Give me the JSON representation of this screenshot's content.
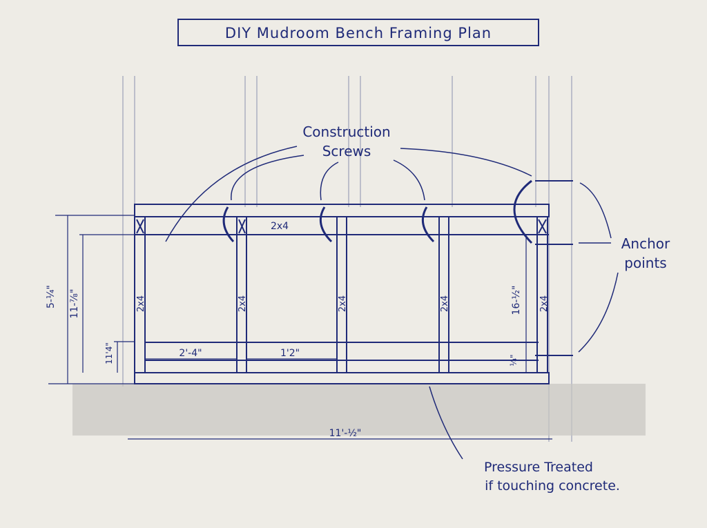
{
  "title": "DIY Mudroom Bench Framing Plan",
  "labels": {
    "screws_line1": "Construction",
    "screws_line2": "Screws",
    "anchor_line1": "Anchor",
    "anchor_line2": "points",
    "pt_line1": "Pressure Treated",
    "pt_line2": "if touching concrete.",
    "top_rail": "2x4",
    "stud": "2x4"
  },
  "dimensions": {
    "overall_height": "5-¼\"",
    "inner_height": "11-⅞\"",
    "bottom_rail_left": "11'4\"",
    "bay1_width": "2'-4\"",
    "bay2_width": "1'2\"",
    "overall_width": "11'-½\"",
    "right_height": "16-½\"",
    "bottom_rail_right": "¼\""
  },
  "colors": {
    "ink": "#1f2a78",
    "paper": "#eeece6",
    "concrete": "#b8b6b0"
  }
}
